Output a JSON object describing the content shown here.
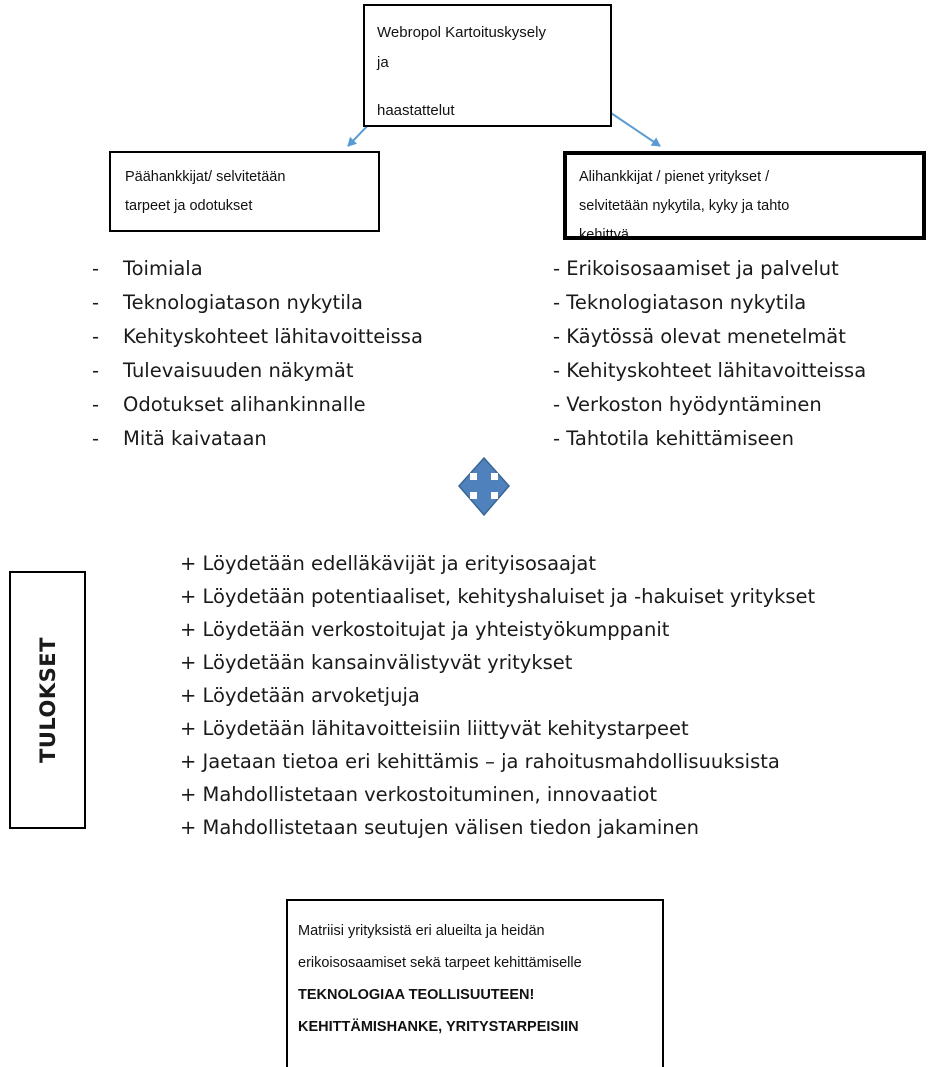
{
  "top_box": {
    "line1": "Webropol Kartoituskysely",
    "line2": "ja",
    "line3": "haastattelut"
  },
  "left_box": {
    "line1": "Päähankkijat/ selvitetään",
    "line2": "tarpeet ja odotukset"
  },
  "right_box": {
    "line1": "Alihankkijat / pienet  yritykset /",
    "line2": "selvitetään nykytila,  kyky ja tahto",
    "line3": "kehittyä"
  },
  "left_list": {
    "items": [
      "Toimiala",
      "Teknologiatason nykytila",
      "Kehityskohteet lähitavoitteissa",
      "Tulevaisuuden näkymät",
      "Odotukset alihankinnalle",
      "Mitä kaivataan"
    ],
    "bullet": "-"
  },
  "right_list": {
    "items": [
      "- Erikoisosaamiset ja palvelut",
      "- Teknologiatason nykytila",
      "- Käytössä olevat menetelmät",
      "- Kehityskohteet lähitavoitteissa",
      "- Verkoston hyödyntäminen",
      "- Tahtotila kehittämiseen"
    ]
  },
  "results": {
    "label": "TULOKSET",
    "items": [
      "+ Löydetään edelläkävijät ja erityisosaajat",
      "+ Löydetään potentiaaliset, kehityshaluiset ja -hakuiset yritykset",
      "+ Löydetään verkostoitujat ja yhteistyökumppanit",
      "+ Löydetään kansainvälistyvät yritykset",
      "+ Löydetään arvoketjuja",
      "+ Löydetään lähitavoitteisiin liittyvät kehitystarpeet",
      "+ Jaetaan tietoa eri kehittämis – ja rahoitusmahdollisuuksista",
      "+ Mahdollistetaan verkostoituminen, innovaatiot",
      "+ Mahdollistetaan seutujen välisen tiedon jakaminen"
    ]
  },
  "bottom_box": {
    "line1": "Matriisi yrityksistä eri alueilta ja heidän",
    "line2": "erikoisosaamiset sekä tarpeet kehittämiselle",
    "line3": "TEKNOLOGIAA TEOLLISUUTEEN!",
    "line4": "KEHITTÄMISHANKE,  YRITYSTARPEISIIN"
  },
  "colors": {
    "arrow": "#5b9bd5",
    "four_way_fill": "#4f81bd",
    "four_way_stroke": "#3a6592"
  }
}
